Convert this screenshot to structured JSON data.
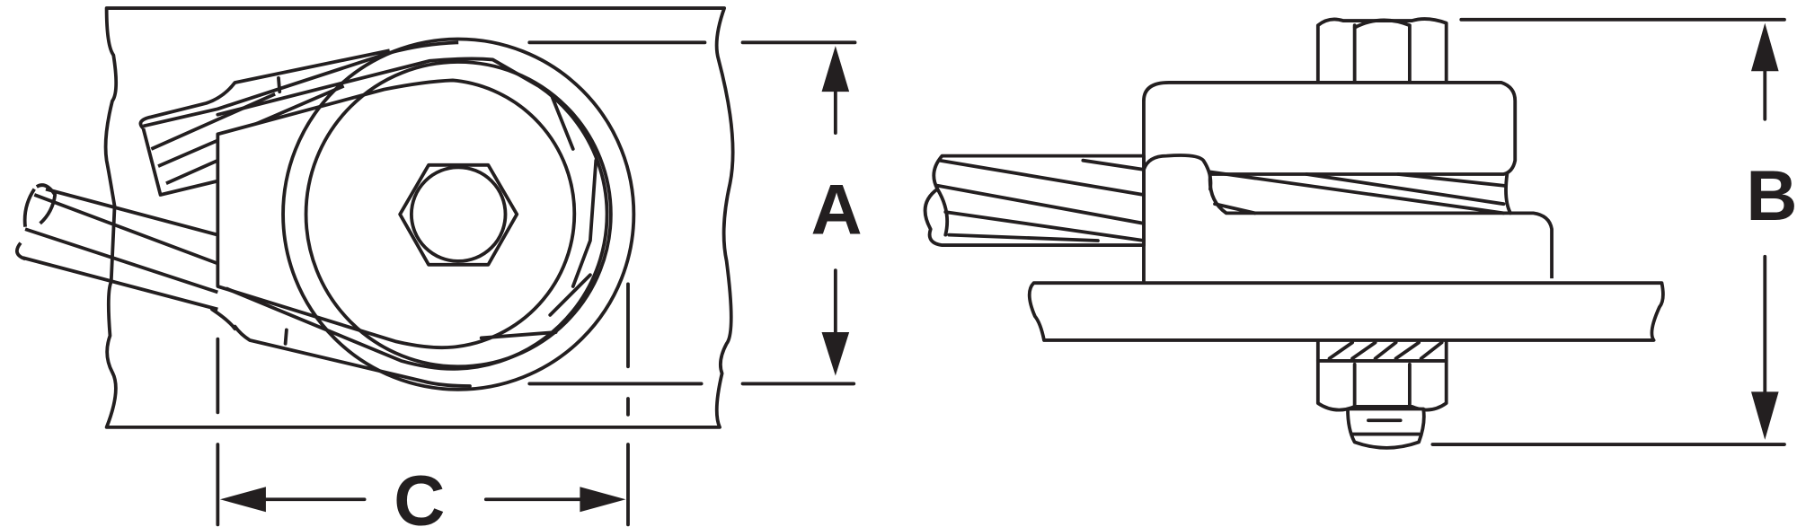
{
  "labels": {
    "a": "A",
    "b": "B",
    "c": "C"
  },
  "colors": {
    "line": "#231f20",
    "background": "#ffffff"
  }
}
